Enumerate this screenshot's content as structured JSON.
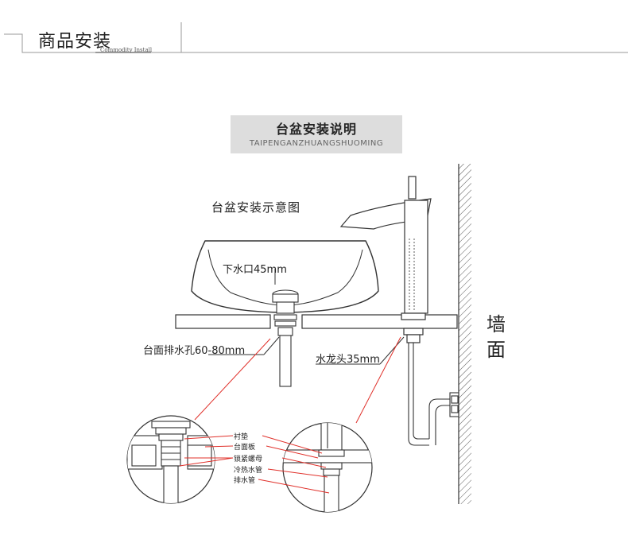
{
  "header": {
    "title": "商品安装",
    "subtitle": "Commodity Install"
  },
  "banner": {
    "title": "台盆安装说明",
    "subtitle": "TAIPENGANZHUANGSHUOMING"
  },
  "diagram": {
    "title": "台盆安装示意图",
    "labels": {
      "drain_outlet": "下水口45mm",
      "counter_hole": "台面排水孔60-80mm",
      "faucet": "水龙头35mm",
      "wall_top": "墙",
      "wall_bottom": "面"
    },
    "parts": [
      "衬垫",
      "台面板",
      "锁紧螺母",
      "冷热水管",
      "排水管"
    ]
  },
  "colors": {
    "outline": "#333333",
    "callout": "#e0302a",
    "banner_bg": "#dddddd"
  }
}
